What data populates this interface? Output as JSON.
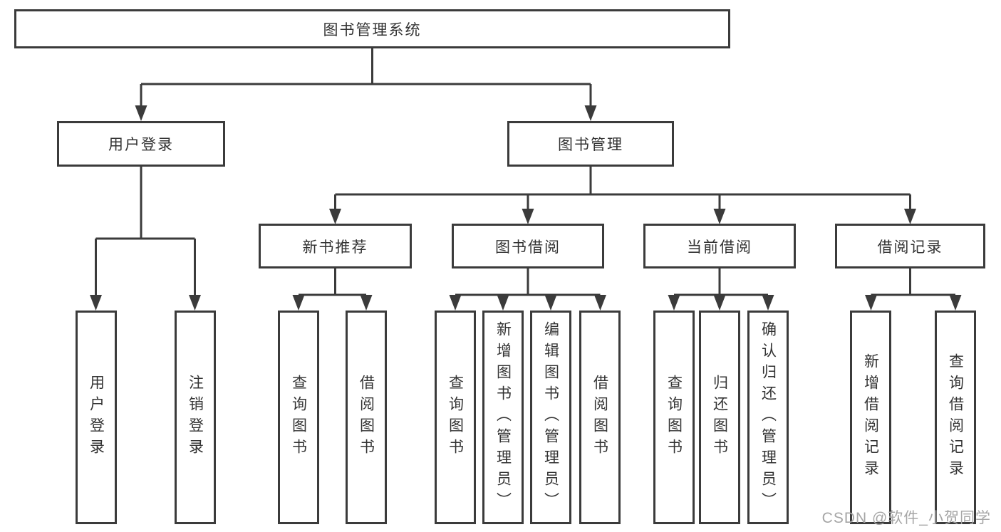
{
  "diagram": {
    "root": {
      "label": "图书管理系统"
    },
    "user_branch": {
      "label": "用户登录",
      "children": [
        {
          "label": "用户登录"
        },
        {
          "label": "注销登录"
        }
      ]
    },
    "book_branch": {
      "label": "图书管理",
      "groups": [
        {
          "label": "新书推荐",
          "children": [
            {
              "label": "查询图书"
            },
            {
              "label": "借阅图书"
            }
          ]
        },
        {
          "label": "图书借阅",
          "children": [
            {
              "label": "查询图书"
            },
            {
              "label": "新增图书（管理员）"
            },
            {
              "label": "编辑图书（管理员）"
            },
            {
              "label": "借阅图书"
            }
          ]
        },
        {
          "label": "当前借阅",
          "children": [
            {
              "label": "查询图书"
            },
            {
              "label": "归还图书"
            },
            {
              "label": "确认归还（管理员）"
            }
          ]
        },
        {
          "label": "借阅记录",
          "children": [
            {
              "label": "新增借阅记录"
            },
            {
              "label": "查询借阅记录"
            }
          ]
        }
      ]
    },
    "watermark": "CSDN @软件_小贺同学",
    "colors": {
      "line": "#3b3b3b",
      "text": "#333333",
      "background": "#ffffff",
      "watermark": "#a6a6a6"
    }
  }
}
